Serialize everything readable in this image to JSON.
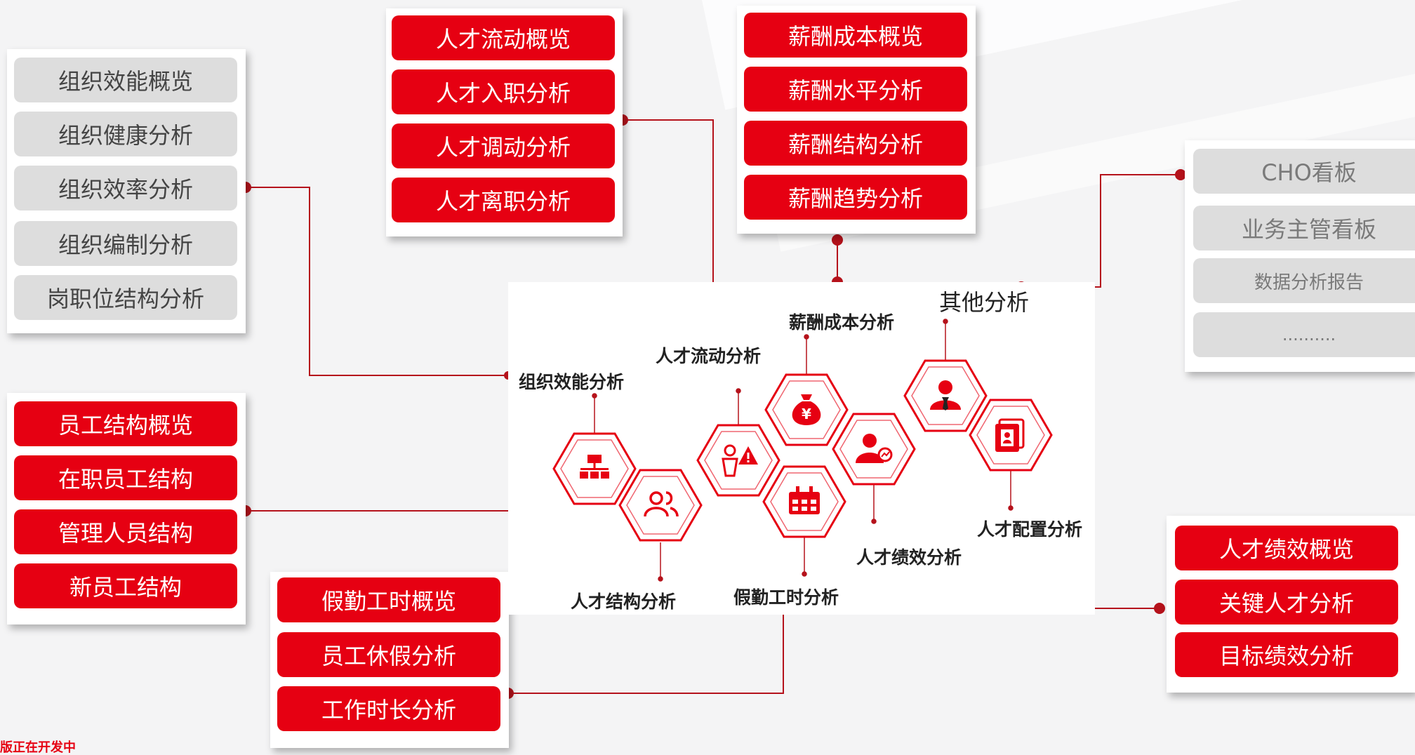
{
  "colors": {
    "accent": "#e60012",
    "gray_button": "#dddddd",
    "line": "#b5121b"
  },
  "org_panel": {
    "items": [
      "组织效能概览",
      "组织健康分析",
      "组织效率分析",
      "组织编制分析",
      "岗职位结构分析"
    ]
  },
  "flow_panel": {
    "items": [
      "人才流动概览",
      "人才入职分析",
      "人才调动分析",
      "人才离职分析"
    ]
  },
  "salary_panel": {
    "items": [
      "薪酬成本概览",
      "薪酬水平分析",
      "薪酬结构分析",
      "薪酬趋势分析"
    ]
  },
  "other_panel": {
    "items": [
      "CHO看板",
      "业务主管看板",
      "数据分析报告",
      ".........."
    ]
  },
  "staff_panel": {
    "items": [
      "员工结构概览",
      "在职员工结构",
      "管理人员结构",
      "新员工结构"
    ]
  },
  "leave_panel": {
    "items": [
      "假勤工时概览",
      "员工休假分析",
      "工作时长分析"
    ]
  },
  "perf_panel": {
    "items": [
      "人才绩效概览",
      "关键人才分析",
      "目标绩效分析"
    ]
  },
  "center": {
    "other_label": "其他分析",
    "hexes": [
      {
        "label": "组织效能分析",
        "icon": "org-chart-icon"
      },
      {
        "label": "人才结构分析",
        "icon": "people-icon"
      },
      {
        "label": "人才流动分析",
        "icon": "person-warning-icon"
      },
      {
        "label": "薪酬成本分析",
        "icon": "money-bag-icon"
      },
      {
        "label": "假勤工时分析",
        "icon": "calendar-icon"
      },
      {
        "label": "人才绩效分析",
        "icon": "person-chart-icon"
      },
      {
        "label": "其他分析",
        "icon": "manager-icon"
      },
      {
        "label": "人才配置分析",
        "icon": "id-cards-icon"
      }
    ]
  },
  "footnote": "版正在开发中"
}
